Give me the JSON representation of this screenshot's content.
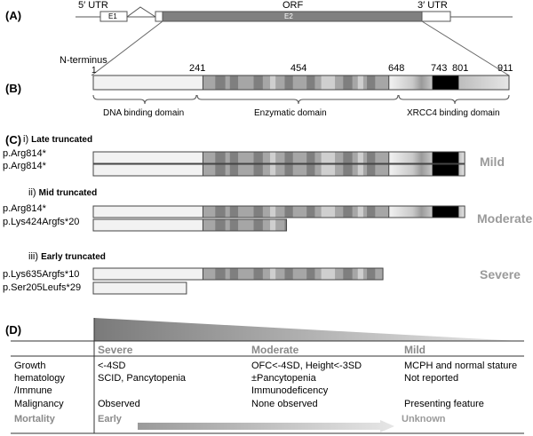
{
  "panel_a": {
    "label": "(A)",
    "utr5": "5′ UTR",
    "orf": "ORF",
    "utr3": "3′ UTR",
    "exon1": "E1",
    "exon2": "E2",
    "n_terminus": "N-terminus"
  },
  "panel_b": {
    "label": "(B)",
    "positions": [
      "1",
      "241",
      "454",
      "648",
      "743",
      "801",
      "911"
    ],
    "domains": [
      "DNA binding domain",
      "Enzymatic domain",
      "XRCC4 binding domain"
    ]
  },
  "panel_c": {
    "label": "(C)",
    "groups": [
      {
        "numeral": "i)",
        "title": "Late truncated",
        "severity": "Mild",
        "alleles": [
          "p.Arg814*",
          "p.Arg814*"
        ],
        "ends_aa": [
          814,
          814
        ]
      },
      {
        "numeral": "ii)",
        "title": "Mid truncated",
        "severity": "Moderate",
        "alleles": [
          "p.Arg814*",
          "p.Lys424Argfs*20"
        ],
        "ends_aa": [
          814,
          424
        ]
      },
      {
        "numeral": "iii)",
        "title": "Early truncated",
        "severity": "Severe",
        "alleles": [
          "p.Lys635Argfs*10",
          "p.Ser205Leufs*29"
        ],
        "ends_aa": [
          635,
          205
        ]
      }
    ]
  },
  "panel_d": {
    "label": "(D)",
    "columns": [
      "Severe",
      "Moderate",
      "Mild"
    ],
    "rows": [
      {
        "label": "Growth",
        "cells": [
          "<-4SD",
          "OFC<-4SD, Height<-3SD",
          "MCPH and normal stature"
        ]
      },
      {
        "label": "hematology",
        "cells": [
          "SCID, Pancytopenia",
          "±Pancytopenia",
          "Not reported"
        ]
      },
      {
        "label": "/Immune",
        "cells": [
          "",
          "Immunodeficency",
          ""
        ]
      },
      {
        "label": "Malignancy",
        "cells": [
          "Observed",
          "None observed",
          "Presenting feature"
        ]
      }
    ],
    "mortality": {
      "label": "Mortality",
      "start": "Early",
      "end": "Unknown"
    }
  },
  "colors": {
    "dna_domain": "#f2f2f2",
    "enzymatic_base": "#a6a6a6",
    "enzymatic_dark": "#7f7f7f",
    "enzymatic_light": "#cfcfcf",
    "xrcc4_black": "#000000",
    "orf_fill": "#808080",
    "severity_text": "#9a9a9a"
  }
}
